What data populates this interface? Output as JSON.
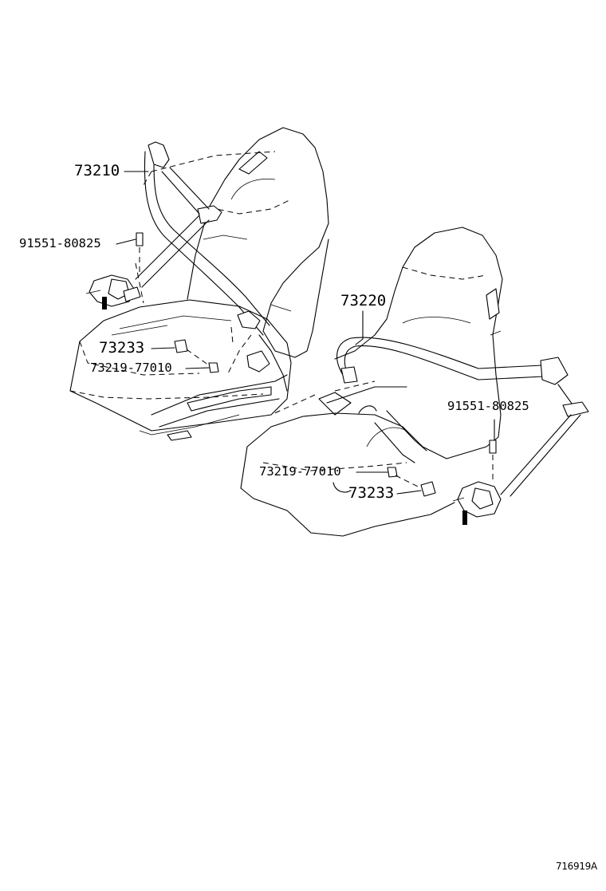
{
  "labels": {
    "left_shoulder_belt": "73210",
    "left_retractor_bolt": "91551-80825",
    "left_buckle_cover": "73233",
    "left_buckle_bolt": "73219-77010",
    "right_shoulder_belt": "73220",
    "right_retractor_bolt": "91551-80825",
    "right_buckle_bolt": "73219-77010",
    "right_buckle_cover": "73233"
  },
  "figure_ref": "716919A"
}
